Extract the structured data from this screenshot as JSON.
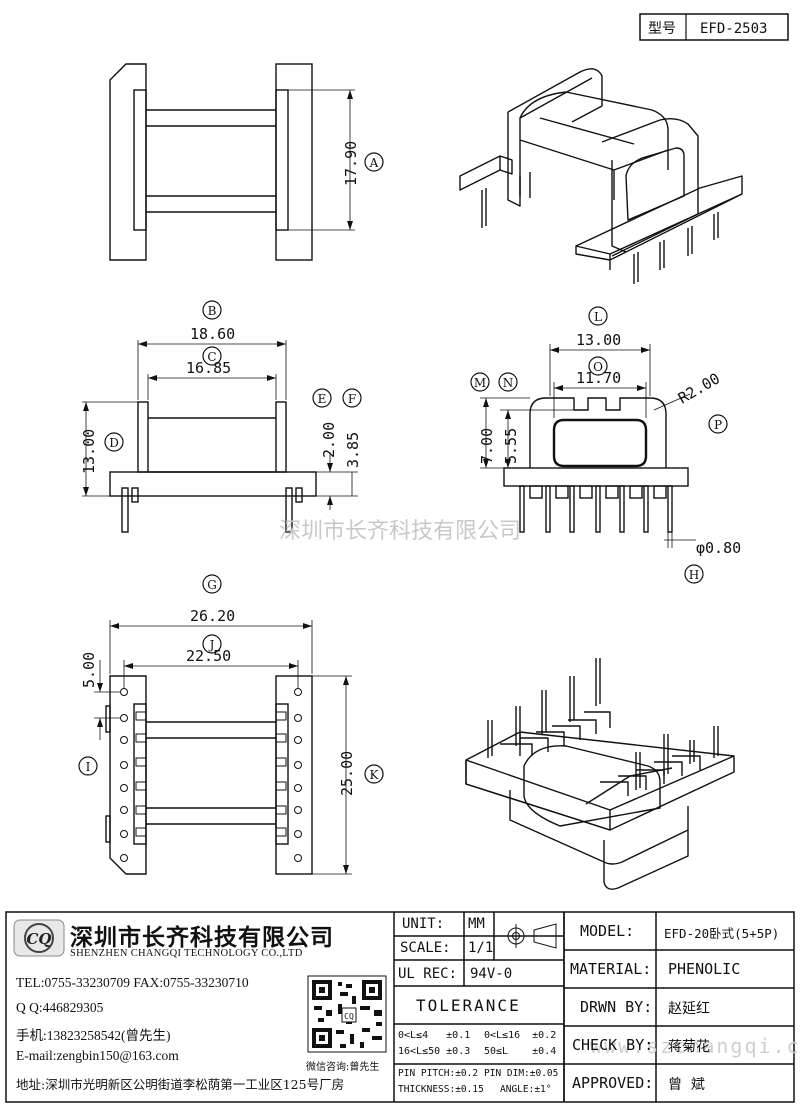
{
  "part_label": "型号",
  "part_number": "EFD-2503",
  "dims": {
    "A": "17.90",
    "B": "18.60",
    "C": "16.85",
    "D": "13.00",
    "E": "2.00",
    "F": "3.85",
    "G": "26.20",
    "J": "22.50",
    "I": "5.00",
    "K": "25.00",
    "L": "13.00",
    "O": "11.70",
    "M": "7.00",
    "N": "5.55",
    "P": "R2.00",
    "H": "φ0.80"
  },
  "callouts": {
    "A": "A",
    "B": "B",
    "C": "C",
    "D": "D",
    "E": "E",
    "F": "F",
    "G": "G",
    "H": "H",
    "I": "I",
    "J": "J",
    "K": "K",
    "L": "L",
    "M": "M",
    "N": "N",
    "O": "O",
    "P": "P"
  },
  "watermark": "深圳市长齐科技有限公司",
  "company": {
    "name_cn": "深圳市长齐科技有限公司",
    "name_en": "SHENZHEN CHANGQI TECHNOLOGY CO.,LTD",
    "logo_text": "CQ",
    "tel": "TEL:0755-33230709  FAX:0755-33230710",
    "qq": "Q Q:446829305",
    "mobile": "手机:13823258542(曾先生)",
    "email": "E-mail:zengbin150@163.com",
    "address": "地址:深圳市光明新区公明街道李松荫第一工业区125号厂房",
    "qr_caption": "微信咨询:曾先生"
  },
  "title_block": {
    "unit_label": "UNIT:",
    "unit_value": "MM",
    "scale_label": "SCALE:",
    "scale_value": "1/1",
    "ulrec_label": "UL REC:",
    "ulrec_value": "94V-0",
    "tolerance_label": "TOLERANCE",
    "tol_1": "0<L≤4   ±0.1",
    "tol_2": "0<L≤16  ±0.2",
    "tol_3": "16<L≤50 ±0.3",
    "tol_4": "50≤L    ±0.4",
    "tol_5": "PIN PITCH:±0.2",
    "tol_6": "PIN DIM:±0.05",
    "tol_7": "THICKNESS:±0.15",
    "tol_8": "ANGLE:±1°",
    "model_label": "MODEL:",
    "model_value": "EFD-20卧式(5+5P)",
    "material_label": "MATERIAL:",
    "material_value": "PHENOLIC",
    "drawn_label": "DRWN BY:",
    "drawn_value": "赵延红",
    "check_label": "CHECK BY:",
    "check_value": "蒋菊花",
    "approved_label": "APPROVED:",
    "approved_value": "曾  斌",
    "site_watermark": "www.szchangqi.cn"
  }
}
